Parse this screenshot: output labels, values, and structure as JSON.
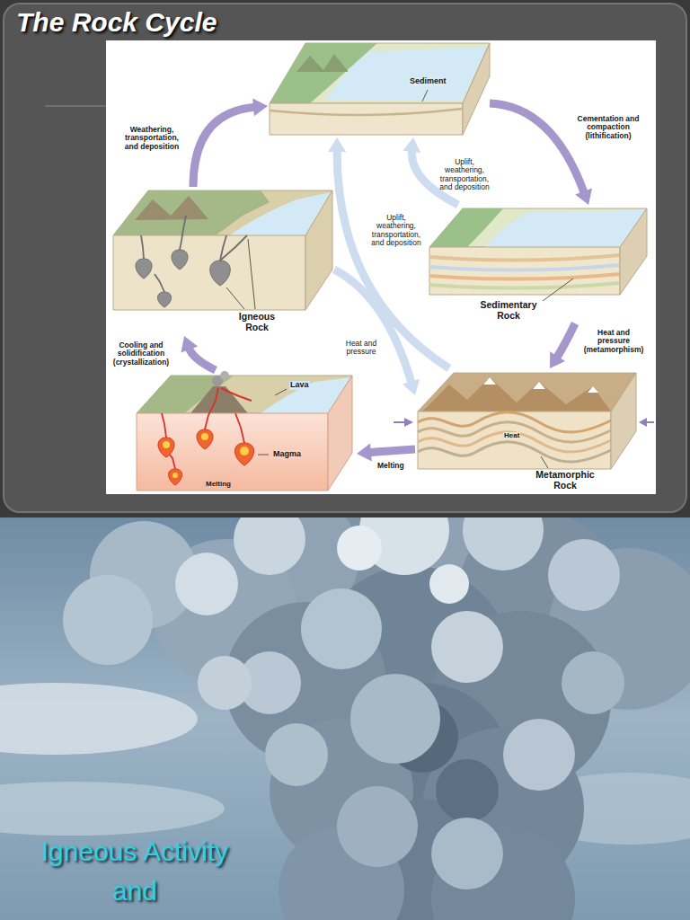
{
  "diagram": {
    "title": "The Rock Cycle",
    "nodes": [
      {
        "text": [
          "Sediment"
        ]
      },
      {
        "text": [
          "Igneous Rock"
        ]
      },
      {
        "text": [
          "Sedimentary Rock"
        ]
      },
      {
        "text": [
          "Magma"
        ]
      },
      {
        "text": [
          "Metamorphic Rock"
        ]
      }
    ],
    "edges": [
      {
        "from": 1,
        "to": 0,
        "label": "Weathering, transportation, and deposition",
        "arrow": "to"
      },
      {
        "from": 0,
        "to": 2,
        "label": "Cementation and compaction (lithification)",
        "arrow": "to"
      },
      {
        "from": 2,
        "to": 4,
        "label": "Heat and pressure (metamorphism)",
        "arrow": "to"
      },
      {
        "from": 4,
        "to": 3,
        "label": "Melting",
        "arrow": "to"
      },
      {
        "from": 3,
        "to": 1,
        "label": "Cooling and solidification (crystallization)",
        "arrow": "to"
      },
      {
        "from": 2,
        "to": 0,
        "label": "Uplift, weathering, transportation, and deposition",
        "arrow": "to"
      },
      {
        "from": 4,
        "to": 0,
        "label": "Uplift, weathering, transportation, and deposition",
        "arrow": "to"
      },
      {
        "from": 1,
        "to": 4,
        "label": "Heat and pressure",
        "arrow": "to"
      }
    ],
    "labels": [
      "Lava",
      "Melting",
      "Heat",
      "Igneous Activity and"
    ]
  }
}
